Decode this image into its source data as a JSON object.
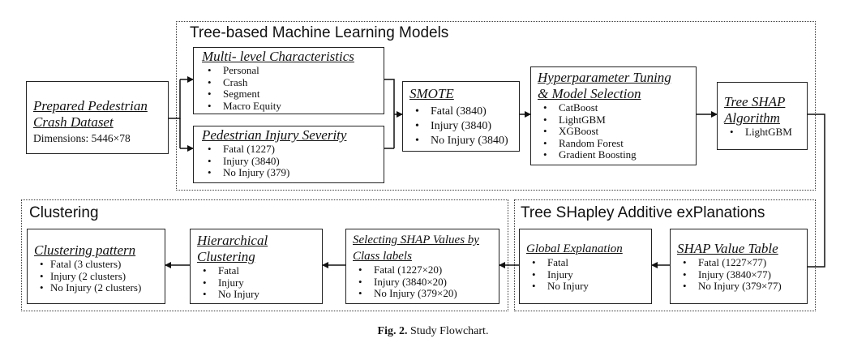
{
  "groups": {
    "tree_models": "Tree-based Machine Learning Models",
    "clustering": "Clustering",
    "tree_shap": "Tree SHapley Additive exPlanations"
  },
  "dataset": {
    "title_line1": "Prepared Pedestrian",
    "title_line2": "Crash Dataset",
    "dimensions": "Dimensions: 5446×78"
  },
  "multi_level": {
    "title": "Multi- level Characteristics",
    "items": [
      "Personal",
      "Crash",
      "Segment",
      "Macro Equity"
    ]
  },
  "injury_severity": {
    "title": "Pedestrian Injury Severity",
    "items": [
      "Fatal (1227)",
      "Injury (3840)",
      "No Injury (379)"
    ]
  },
  "smote": {
    "title": "SMOTE",
    "items": [
      "Fatal (3840)",
      "Injury (3840)",
      "No Injury (3840)"
    ]
  },
  "hyperparameter": {
    "title_line1": "Hyperparameter Tuning",
    "title_line2": "& Model Selection",
    "items": [
      "CatBoost",
      "LightGBM",
      "XGBoost",
      "Random Forest",
      "Gradient Boosting"
    ]
  },
  "tree_shap_algo": {
    "title_line1": "Tree SHAP",
    "title_line2": "Algorithm",
    "items": [
      "LightGBM"
    ]
  },
  "shap_table": {
    "title": "SHAP Value Table",
    "items": [
      "Fatal (1227×77)",
      "Injury (3840×77)",
      "No Injury (379×77)"
    ]
  },
  "global_explanation": {
    "title": "Global Explanation",
    "items": [
      "Fatal",
      "Injury",
      "No Injury"
    ]
  },
  "selecting_shap": {
    "title_line1": "Selecting SHAP Values by",
    "title_line2": "Class labels",
    "items": [
      "Fatal (1227×20)",
      "Injury (3840×20)",
      "No Injury (379×20)"
    ]
  },
  "hierarchical": {
    "title_line1": "Hierarchical",
    "title_line2": "Clustering",
    "items": [
      "Fatal",
      "Injury",
      "No Injury"
    ]
  },
  "clustering_pattern": {
    "title": "Clustering pattern",
    "items": [
      "Fatal (3 clusters)",
      "Injury (2 clusters)",
      "No Injury (2 clusters)"
    ]
  },
  "caption": {
    "label": "Fig. 2.",
    "text": "Study Flowchart."
  }
}
